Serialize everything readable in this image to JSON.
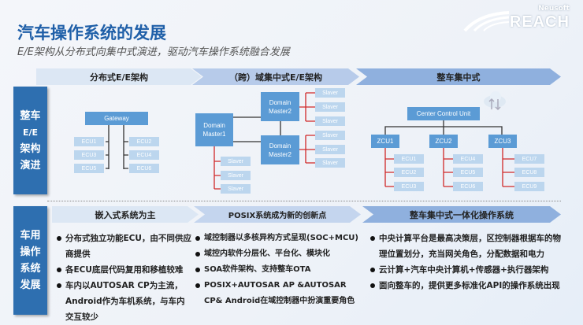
{
  "title": "汽车操作系统的发展",
  "subtitle": "E/E架构从分布式向集中式演进，驱动汽车操作系统融合发展",
  "logo": {
    "brand": "Neusoft",
    "name": "REACH"
  },
  "watermark": "Neusoft Reach",
  "stages": [
    "分布式E/E架构",
    "（跨）域集中式E/E架构",
    "整车集中式"
  ],
  "row1_label": [
    "整车",
    "E/E",
    "架构",
    "演进"
  ],
  "row2_label": [
    "车用",
    "操作",
    "系统",
    "发展"
  ],
  "distributed": {
    "gateway": "Gateway",
    "ecus_left": [
      "ECU1",
      "ECU3",
      "ECU5"
    ],
    "ecus_right": [
      "ECU2",
      "ECU4",
      "ECU6"
    ]
  },
  "domain": {
    "master1": "Domain Master1",
    "master2a": "Domain Master2",
    "master2b": "Domain Master2",
    "slaver": "Slaver"
  },
  "central": {
    "ccu": "Center Control Unit",
    "zcus": [
      {
        "name": "ZCU1",
        "ecus": [
          "ECU1",
          "ECU2",
          "ECU3"
        ]
      },
      {
        "name": "ZCU2",
        "ecus": [
          "ECU4",
          "ECU5",
          "ECU6"
        ]
      },
      {
        "name": "ZCU3",
        "ecus": [
          "ECU7",
          "ECU8",
          "ECU9"
        ]
      }
    ]
  },
  "os_stages": [
    "嵌入式系统为主",
    "POSIX系统成为新的创新点",
    "整车集中式一体化操作系统"
  ],
  "bullets": [
    [
      "分布式独立功能ECU，由不同供应商提供",
      "各ECU底层代码复用和移植较难",
      "车内以AUTOSAR CP为主流，Android作为车机系统，与车内交互较少"
    ],
    [
      "域控制器以多核异构方式呈现(SOC+MCU)",
      "域控内软件分层化、平台化、模块化",
      "SOA软件架构、支持整车OTA",
      "POSIX+AUTOSAR AP &AUTOSAR CP& Android在域控制器中扮演重要角色"
    ],
    [
      "中央计算平台是最高决策层，区控制器根据车的物理位置划分，充当网关角色，分配数据和电力",
      "云计算+汽车中央计算机+传感器+执行器架构",
      "面向整车的，提供更多标准化API的操作系统出现"
    ]
  ]
}
